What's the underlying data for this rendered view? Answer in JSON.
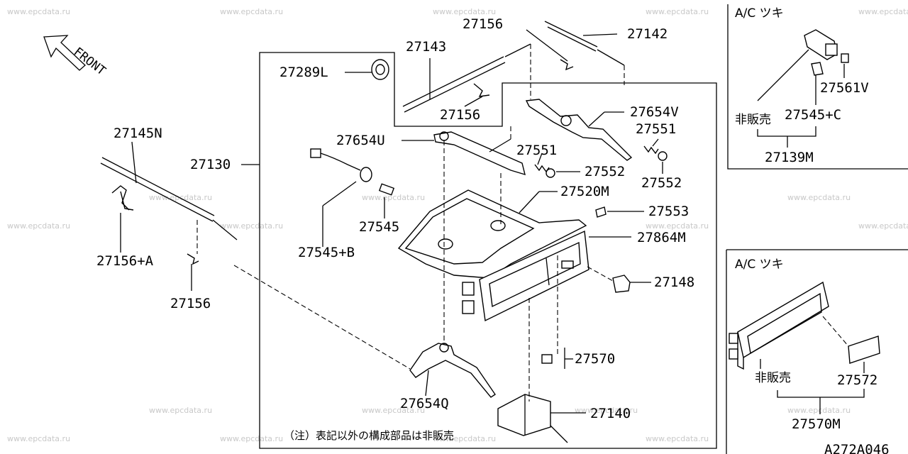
{
  "watermark": "www.epcdata.ru",
  "front_label": "FRONT",
  "note": "（注）表記以外の構成部品は非販売",
  "diagram_code": "A272A046",
  "parts": {
    "p27156_top": "27156",
    "p27142": "27142",
    "p27143": "27143",
    "p27289L": "27289L",
    "p27156_mid": "27156",
    "p27654V": "27654V",
    "p27551_r": "27551",
    "p27654U": "27654U",
    "p27551_l": "27551",
    "p27552_l": "27552",
    "p27552_r": "27552",
    "p27130": "27130",
    "p27145N": "27145N",
    "p27520M": "27520M",
    "p27553": "27553",
    "p27545": "27545",
    "p27864M": "27864M",
    "p27545B": "27545+B",
    "p27156A": "27156+A",
    "p27148": "27148",
    "p27156_low": "27156",
    "p27570": "27570",
    "p27654Q": "27654Q",
    "p27140": "27140"
  },
  "inset_top": {
    "title": "A/C ツキ",
    "not_sold": "非販売",
    "p27561V": "27561V",
    "p27545C": "27545+C",
    "p27139M": "27139M"
  },
  "inset_bottom": {
    "title": "A/C ツキ",
    "not_sold": "非販売",
    "p27572": "27572",
    "p27570M": "27570M"
  }
}
